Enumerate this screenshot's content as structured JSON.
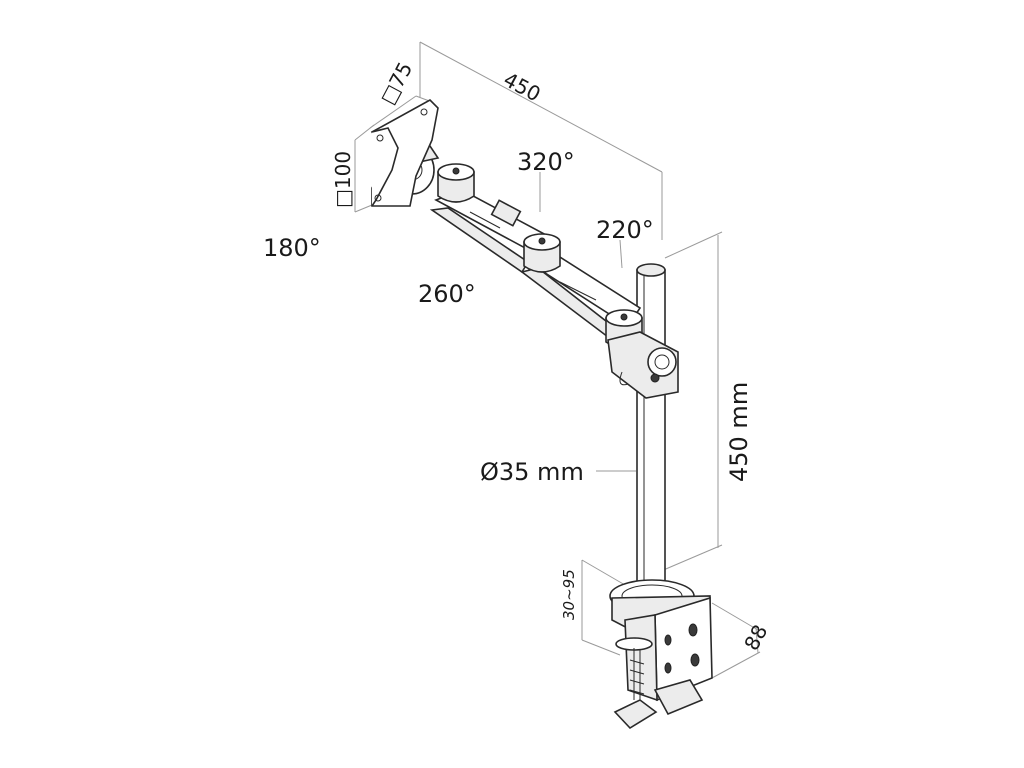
{
  "diagram": {
    "dimensions": {
      "vesa_small": "□75",
      "vesa_large": "□100",
      "arm_reach": "450",
      "pole_height": "450 mm",
      "pole_diameter": "Ø35 mm",
      "desk_thickness": "30~95",
      "clamp_depth": "88"
    },
    "rotations": {
      "plate_swivel": "180°",
      "joint_one": "260°",
      "joint_two": "320°",
      "joint_three": "220°"
    }
  }
}
